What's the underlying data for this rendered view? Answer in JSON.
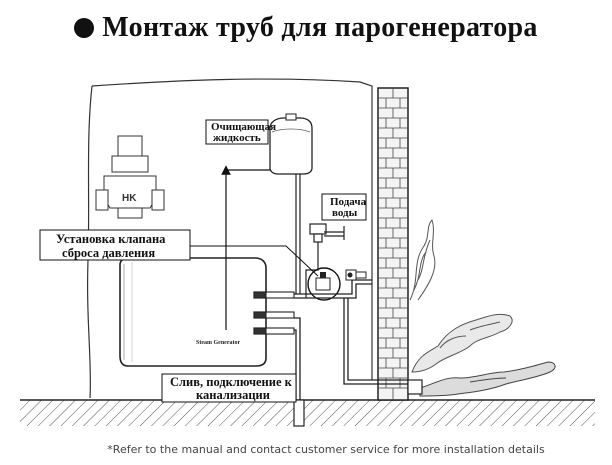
{
  "title": "Монтаж труб для парогенератора",
  "labels": {
    "cleaning_liquid_line1": "Очищающая",
    "cleaning_liquid_line2": "жидкость",
    "water_supply_line1": "Подача",
    "water_supply_line2": "воды",
    "valve_install_line1": "Установка клапана",
    "valve_install_line2": "сброса давления",
    "drain_line1": "Слив, подключение к",
    "drain_line2": "канализации",
    "generator_plate": "Steam Generator",
    "valve_logo": "HK"
  },
  "footnote": "*Refer to the manual and contact customer service for more installation details"
}
